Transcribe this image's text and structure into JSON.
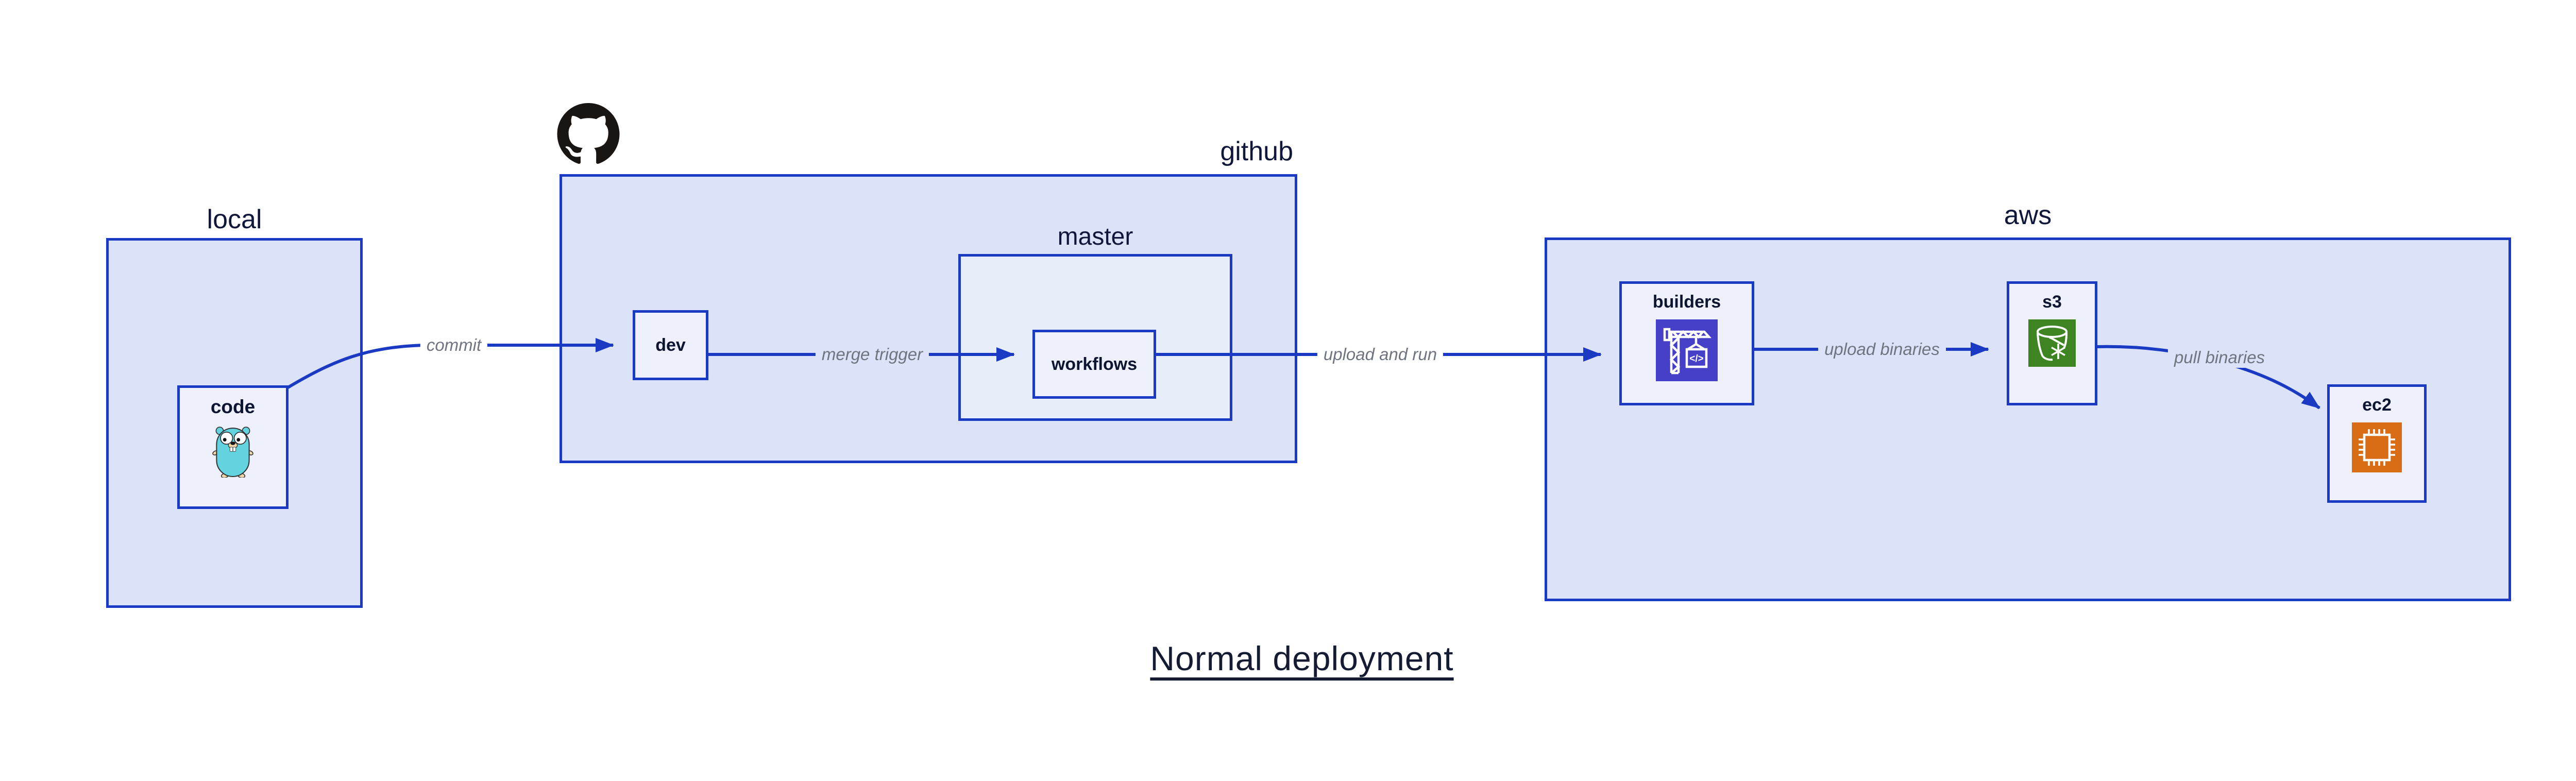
{
  "diagram": {
    "title": "Normal deployment",
    "containers": {
      "local": {
        "label": "local"
      },
      "github": {
        "label": "github",
        "icon": "github-octocat-mark"
      },
      "master": {
        "label": "master"
      },
      "aws": {
        "label": "aws"
      }
    },
    "nodes": {
      "code": {
        "label": "code",
        "icon": "go-gopher"
      },
      "dev": {
        "label": "dev"
      },
      "workflows": {
        "label": "workflows"
      },
      "builders": {
        "label": "builders",
        "icon": "aws-codebuild-crane",
        "icon_glyph": "</>"
      },
      "s3": {
        "label": "s3",
        "icon": "aws-s3-glacier-bucket"
      },
      "ec2": {
        "label": "ec2",
        "icon": "aws-ec2-chip"
      }
    },
    "edges": [
      {
        "from": "code",
        "to": "dev",
        "label": "commit"
      },
      {
        "from": "dev",
        "to": "workflows",
        "label": "merge trigger"
      },
      {
        "from": "workflows",
        "to": "builders",
        "label": "upload and run"
      },
      {
        "from": "builders",
        "to": "s3",
        "label": "upload binaries"
      },
      {
        "from": "s3",
        "to": "ec2",
        "label": "pull binaries"
      }
    ],
    "colors": {
      "panel_fill": "#dce3f8",
      "master_fill": "#e8edfa",
      "node_fill": "#eef1fb",
      "stroke_blue": "#1a3ac4",
      "edge_label_gray": "#6f7480",
      "text_dark": "#10173a",
      "node_text": "#0e1530",
      "title_text": "#151b33",
      "octocat_black": "#191513",
      "codebuild_purple": "#4640c8",
      "s3_green": "#3e8422",
      "ec2_orange": "#d96d15",
      "gopher_teal": "#63d3e0",
      "gopher_skin": "#f4d7a8"
    }
  }
}
